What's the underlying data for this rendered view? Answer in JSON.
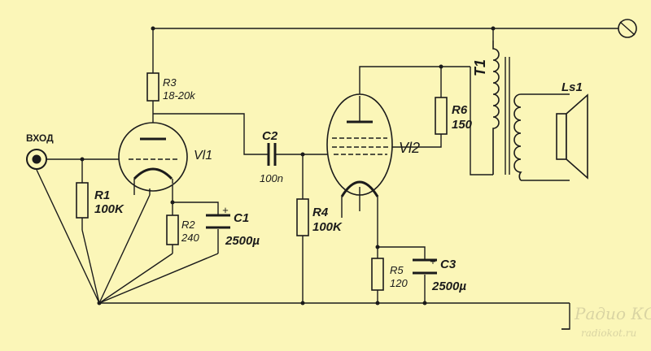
{
  "input": {
    "label": "ВХОД"
  },
  "tubes": [
    {
      "ref": "Vl1"
    },
    {
      "ref": "Vl2"
    }
  ],
  "resistors": [
    {
      "ref": "R1",
      "value": "100K"
    },
    {
      "ref": "R2",
      "value": "240"
    },
    {
      "ref": "R3",
      "value": "18-20k"
    },
    {
      "ref": "R4",
      "value": "100K"
    },
    {
      "ref": "R5",
      "value": "120"
    },
    {
      "ref": "R6",
      "value": "150"
    }
  ],
  "capacitors": [
    {
      "ref": "C1",
      "value": "2500µ",
      "polarity": "+"
    },
    {
      "ref": "C2",
      "value": "100n"
    },
    {
      "ref": "C3",
      "value": "2500µ",
      "polarity": "+"
    }
  ],
  "transformer": {
    "ref": "T1"
  },
  "speaker": {
    "ref": "Ls1"
  },
  "watermark": {
    "logo": "Радио КОТ",
    "url": "radiokot.ru"
  },
  "colors": {
    "background": "#fbf6b8",
    "ink": "#1b1b1b",
    "watermark": "#d9d4a3"
  }
}
